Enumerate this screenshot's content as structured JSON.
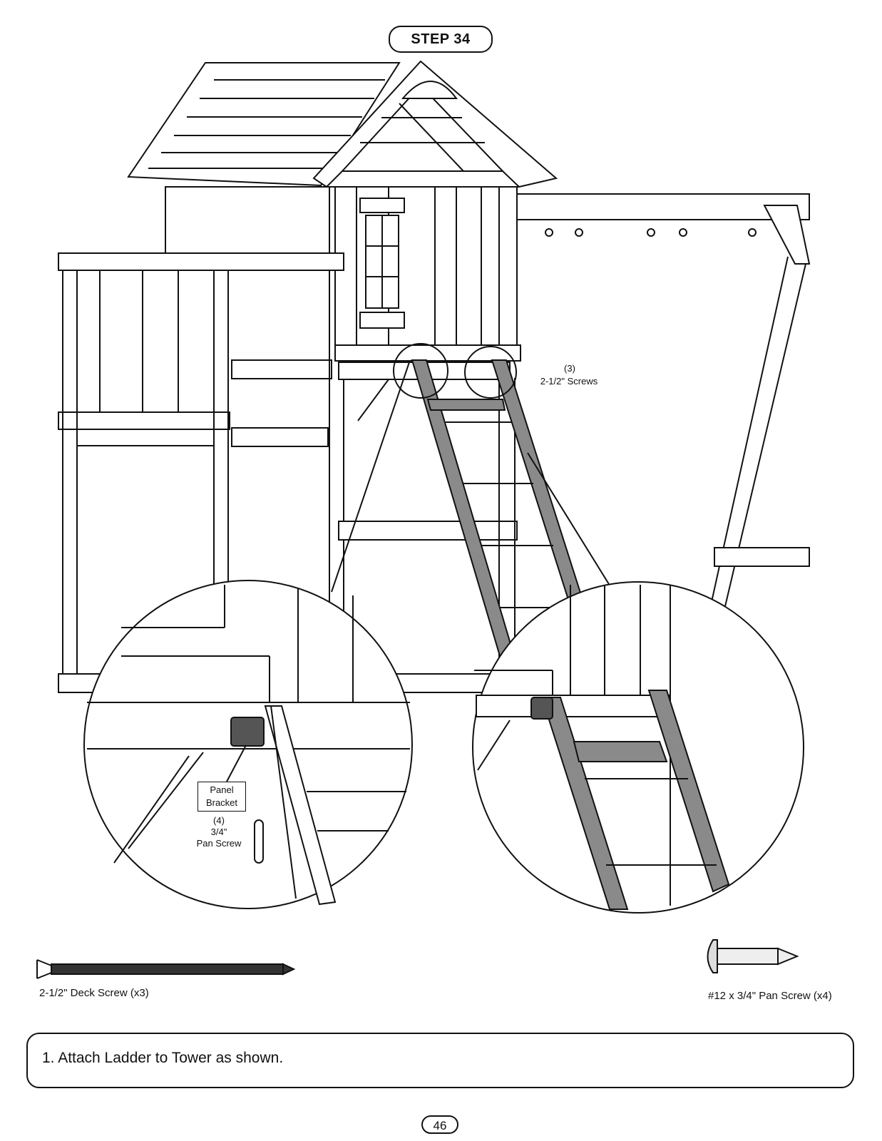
{
  "step": {
    "label": "STEP 34"
  },
  "callouts": {
    "screws_count": "(3)",
    "screws_name": "2-1/2\" Screws",
    "bracket_name": "Panel Bracket",
    "pan_count": "(4)",
    "pan_size": "3/4\"",
    "pan_name": "Pan Screw"
  },
  "parts": {
    "deck_screw": "2-1/2\" Deck Screw (x3)",
    "pan_screw": "#12 x 3/4\" Pan Screw (x4)"
  },
  "instructions": [
    "1. Attach Ladder to Tower as shown."
  ],
  "page": {
    "number": "46"
  },
  "icons": [
    "deck-screw-icon",
    "pan-screw-icon",
    "panel-bracket-icon"
  ],
  "colors": {
    "line": "#111111",
    "ladder_fill": "#8a8a8a",
    "background": "#ffffff"
  }
}
